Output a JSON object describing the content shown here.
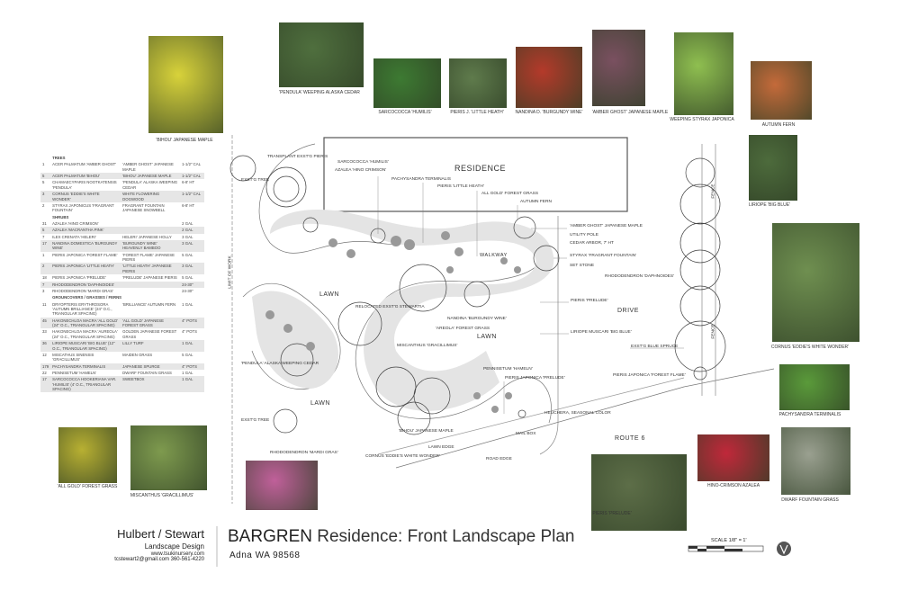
{
  "title": {
    "firm": "Hulbert / Stewart",
    "firm_sub": "Landscape Design",
    "website": "www.tsukinursery.com",
    "contact": "tcstewart2@gmail.com  360-561-4220",
    "project_bold": "BARGREN",
    "project_rest": "Residence: Front Landscape Plan",
    "location": "Adna  WA  98568",
    "scale": "SCALE 1/8\" = 1'"
  },
  "photos": [
    {
      "caption": "'BIHOU' JAPANESE MAPLE",
      "color": "#d8d23a"
    },
    {
      "caption": "'PENDULA' WEEPING ALASKA CEDAR",
      "color": "#4f6f3e"
    },
    {
      "caption": "SARCOCOCCA 'HUMILIS'",
      "color": "#3d7a32"
    },
    {
      "caption": "PIERIS J. 'LITTLE HEATH'",
      "color": "#5f7b4c"
    },
    {
      "caption": "NANDINA D. 'BURGUNDY WINE'",
      "color": "#b43a2a"
    },
    {
      "caption": "'AMBER GHOST' JAPANESE MAPLE",
      "color": "#7a5060"
    },
    {
      "caption": "WEEPING STYRAX JAPONICA",
      "color": "#8fbf50"
    },
    {
      "caption": "AUTUMN FERN",
      "color": "#c46a3a"
    },
    {
      "caption": "LIRIOPE 'BIG BLUE'",
      "color": "#4d6b3c"
    },
    {
      "caption": "CORNUS 'EDDIE'S WHITE WONDER'",
      "color": "#6f8f50"
    },
    {
      "caption": "PACHYSANDRA TERMINALIS",
      "color": "#5a9a3a"
    },
    {
      "caption": "DWARF FOUNTAIN GRASS",
      "color": "#9aa090"
    },
    {
      "caption": "HINO-CRIMSON AZALEA",
      "color": "#c0283a"
    },
    {
      "caption": "PIERIS 'PRELUDE'",
      "color": "#5d6e48"
    },
    {
      "caption": "",
      "color": "#c0609a"
    },
    {
      "caption": "'ALL GOLD' FOREST GRASS",
      "color": "#b8b032"
    },
    {
      "caption": "MISCANTHUS 'GRACILLIMUS'",
      "color": "#7e9a4e"
    }
  ],
  "plan": {
    "residence": "RESIDENCE",
    "walkway": "WALKWAY",
    "lawn": "LAWN",
    "drive": "DRIVE",
    "route": "ROUTE 6",
    "limit": "LIMIT OF WORK",
    "fence": "FENCE",
    "labels": [
      "TRANSPLANT EXST'G PIERIS",
      "EXST'G TREE",
      "SARCOCOCCA 'HUMILIS'",
      "AZALEA 'HINO CRIMSON'",
      "PACHYSANDRA TERMINALIS",
      "PIERIS 'LITTLE HEATH'",
      "ALL GOLD' FOREST GRASS",
      "AUTUMN FERN",
      "'AMBER GHOST' JAPANESE MAPLE",
      "UTILITY POLE",
      "CEDAR ARBOR, 7' HT",
      "STYRAX 'FRAGRANT FOUNTAIN'",
      "SET STONE",
      "RHODODENDRON 'DAPHNOIDES'",
      "PIERIS 'PRELUDE'",
      "RELOCATED EXST'G STEWARTIA",
      "NANDINA 'BURGUNDY WINE'",
      "'AREOLA' FOREST GRASS",
      "LIRIOPE MUSCARI 'BIG BLUE'",
      "MISCANTHUS 'GRACILLIMUS'",
      "EXST'G BLUE SPRUCE",
      "'PENDULA' ALASKA WEEPING CEDAR",
      "PENNISETUM 'HAMELN'",
      "PIERIS JAPONICA 'PRELUDE'",
      "PIERIS JAPONICA 'FOREST FLAME'",
      "HEUCHERA, SEASONAL COLOR",
      "EXST'G TREE",
      "'BIHOU' JAPANESE MAPLE",
      "MAIL BOX",
      "CORNUS 'EDDIE'S WHITE WONDER'",
      "LAWN EDGE",
      "RHODODENDRON 'MARDI GRAS'",
      "ROAD EDGE"
    ]
  },
  "table": [
    {
      "section": "TREES"
    },
    [
      "1",
      "ACER PALMATUM 'AMBER GHOST'",
      "'AMBER GHOST' JAPANESE MAPLE",
      "1-1/2\" CAL"
    ],
    [
      "5",
      "ACER PALMATUM 'BIHOU'",
      "'BIHOU' JAPANESE MAPLE",
      "1-1/2\" CAL"
    ],
    [
      "5",
      "CHAMAECYPARIS NOOTKATENSIS 'PENDULA'",
      "'PENDULA' ALASKA WEEPING CEDAR",
      "6-8' HT"
    ],
    [
      "3",
      "CORNUS 'EDDIE'S WHITE WONDER'",
      "WHITE FLOWERING DOGWOOD",
      "1-1/2\" CAL"
    ],
    [
      "2",
      "STYRAX JAPONICUS 'FRAGRANT FOUNTAIN'",
      "FRAGRANT FOUNTAIN JAPANESE SNOWBELL",
      "6-8' HT"
    ],
    {
      "section": "SHRUBS"
    },
    [
      "31",
      "AZALEA 'HINO CRIMSON'",
      "",
      "2 GAL"
    ],
    [
      "5",
      "AZALEA 'MACRANTHA PINK'",
      "",
      "2 GAL"
    ],
    [
      "7",
      "ILEX CRENATA 'HELERI'",
      "HELERI' JAPANESE HOLLY",
      "3 GAL"
    ],
    [
      "17",
      "NANDINA DOMESTICA 'BURGUNDY WINE'",
      "'BURGUNDY WINE' HEAVENLY BAMBOO",
      "3 GAL"
    ],
    [
      "1",
      "PIERIS JAPONICA 'FOREST FLAME'",
      "'FOREST FLAME' JAPANESE PIERIS",
      "5 GAL"
    ],
    [
      "2",
      "PIERIS JAPONICA 'LITTLE HEATH'",
      "'LITTLE HEATH' JAPANESE PIERIS",
      "3 GAL"
    ],
    [
      "18",
      "PIERIS JAPONICA 'PRELUDE'",
      "'PRELUDE' JAPANESE PIERIS",
      "5 GAL"
    ],
    [
      "7",
      "RHODODENDRON 'DAPHNOIDES'",
      "",
      "24-30\""
    ],
    [
      "3",
      "RHODODENDRON 'MARDI GRAS'",
      "",
      "24-30\""
    ],
    {
      "section": "GROUNCOVERS / GRASSES / FERNS"
    },
    [
      "11",
      "DRYOPTERIS ERYTHROSORA 'AUTUMN BRILLIANCE' (24\" O.C., TRIANGULAR SPACING)",
      "'BRILLIANCE' AUTUMN FERN",
      "1 GAL"
    ],
    [
      "45",
      "HAKONECHLOA MACRA 'ALL GOLD' (24\" O.C., TRIANGULAR SPACING)",
      "'ALL GOLD' JAPANESE FOREST GRASS",
      "4\" POTS"
    ],
    [
      "33",
      "HAKONECHLOA MACRA 'AUREOLA' (24\" O.C., TRIANGULAR SPACING)",
      "GOLDEN JAPANESE FOREST GRASS",
      "4\" POTS"
    ],
    [
      "36",
      "LIRIOPE MUSCARI 'BIG BLUE' (12\" O.C., TRIANGULAR SPACING)",
      "LILLY TURF",
      "1 GAL"
    ],
    [
      "12",
      "MISCATHUS SINENSIS 'GRACILLIMUS'",
      "MAIDEN GRASS",
      "5 GAL"
    ],
    [
      "179",
      "PACHYSANDRA TERMINALIS",
      "JAPANESE SPURGE",
      "4\" POTS"
    ],
    [
      "22",
      "PENNISETUM 'HAMELN'",
      "DWARF FOUNTAIN GRASS",
      "1 GAL"
    ],
    [
      "17",
      "SARCOCOCCA HOOKERIANA VAR. 'HUMILIS' (4' O.C., TRIANGULAR SPACING)",
      "SWEETBOX",
      "1 GAL"
    ]
  ]
}
